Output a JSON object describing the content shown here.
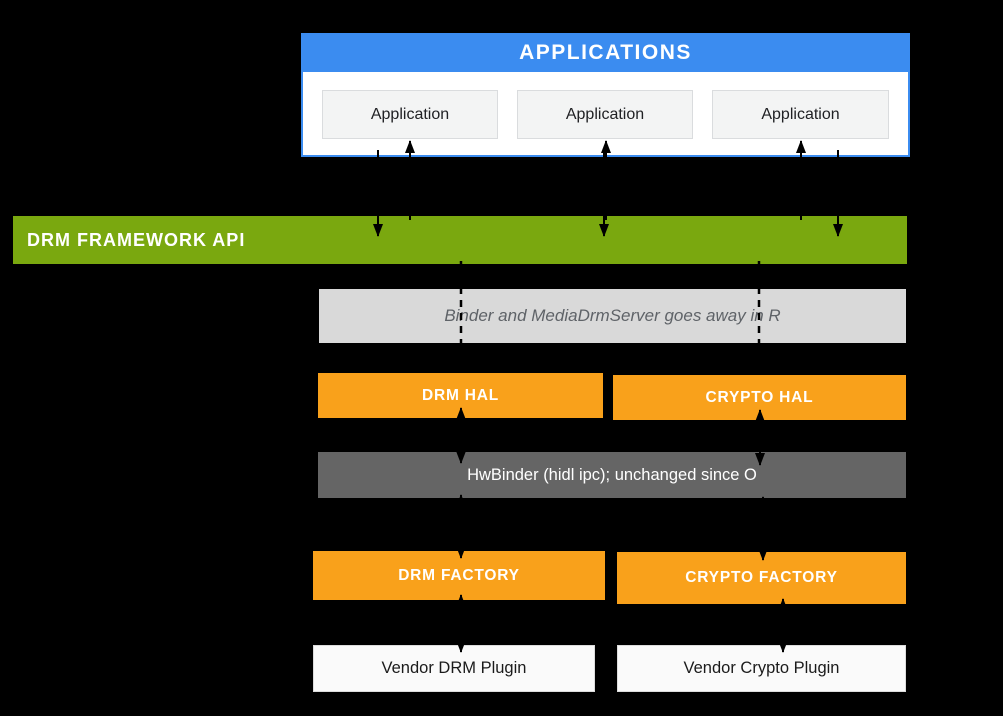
{
  "colors": {
    "page_bg": "#000000",
    "blue": "#3B8CF0",
    "green": "#7AA80F",
    "orange": "#F9A11B",
    "binder_bg": "#D9D9D9",
    "binder_text": "#5F6368",
    "hwbinder_bg": "#656565",
    "appbox_bg": "#F3F4F4",
    "appbox_border": "#DADCDE",
    "vendor_bg": "#FAFAFA",
    "vendor_border": "#DCDCDC",
    "arrow": "#000000"
  },
  "applications": {
    "header": "APPLICATIONS",
    "apps": [
      "Application",
      "Application",
      "Application"
    ]
  },
  "framework": {
    "label": "DRM FRAMEWORK API"
  },
  "binder_note": {
    "label": "Binder and MediaDrmServer  goes away in R"
  },
  "hal": {
    "drm": "DRM HAL",
    "crypto": "CRYPTO HAL"
  },
  "hwbinder": {
    "label": "HwBinder (hidl ipc); unchanged since O"
  },
  "factory": {
    "drm": "DRM FACTORY",
    "crypto": "CRYPTO FACTORY"
  },
  "vendor": {
    "drm": "Vendor DRM Plugin",
    "crypto": "Vendor Crypto Plugin"
  }
}
